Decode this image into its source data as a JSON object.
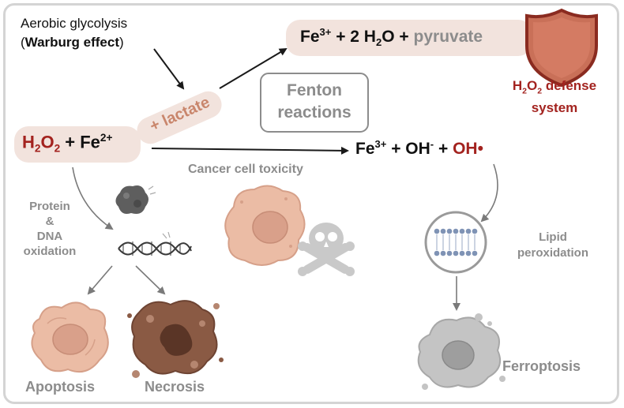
{
  "glycolysis": {
    "line1": "Aerobic glycolysis",
    "paren_open": "(",
    "bold": "Warburg effect",
    "paren_close": ")"
  },
  "lactate": "+ lactate",
  "fenton_products": {
    "fe": "Fe",
    "fe_charge": "3+",
    "water_prefix": " + 2 H",
    "water_sub": "2",
    "water_suffix": "O + ",
    "pyruvate": "pyruvate"
  },
  "defense": {
    "h": "H",
    "sub": "2",
    "o": "O",
    "sub2": "2",
    "label": " defense",
    "line2": "system"
  },
  "fenton_box": {
    "line1": "Fenton",
    "line2": "reactions"
  },
  "reactants": {
    "h": "H",
    "sub": "2",
    "o": "O",
    "sub2": "2",
    "fe": " + Fe",
    "fe_charge": "2+"
  },
  "radical_products": {
    "fe": "Fe",
    "fe_charge": "3+",
    "oh_ion": " + OH",
    "oh_charge": "-",
    "plus": " + ",
    "radical": "OH•"
  },
  "toxicity": "Cancer cell toxicity",
  "protein_dna": {
    "line1": "Protein",
    "line2": "&",
    "line3": "DNA",
    "line4": "oxidation"
  },
  "lipid": {
    "line1": "Lipid",
    "line2": "peroxidation"
  },
  "outcomes": {
    "apoptosis": "Apoptosis",
    "necrosis": "Necrosis",
    "ferroptosis": "Ferroptosis"
  },
  "colors": {
    "accent_red": "#a3231f",
    "cell_peach": "#e9b79f",
    "necrosis_brown": "#8a5a44",
    "shield": "#c97058",
    "grey_text": "#8c8c8c"
  }
}
